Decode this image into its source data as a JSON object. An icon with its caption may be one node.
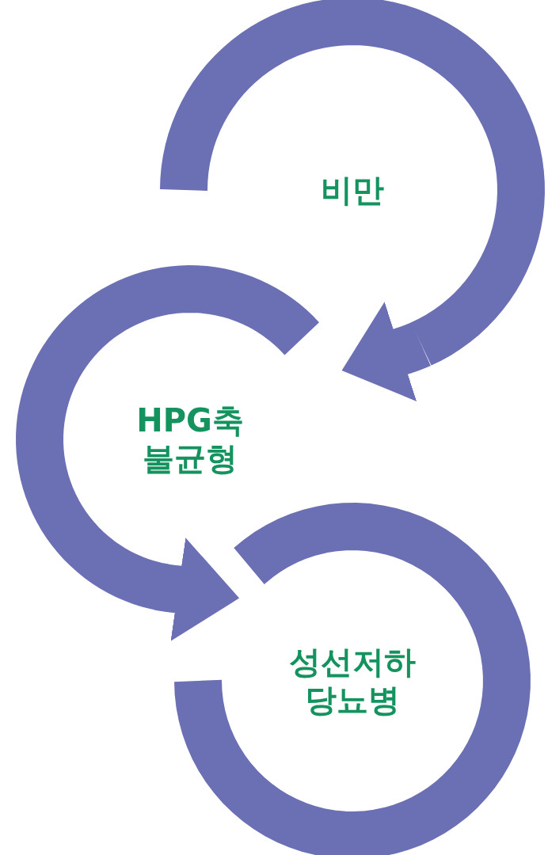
{
  "diagram": {
    "nodes": [
      {
        "text": [
          "비만"
        ]
      },
      {
        "text": [
          "HPG축 불균형"
        ]
      },
      {
        "text": [
          "성선저하 당뇨병"
        ]
      }
    ],
    "edges": [
      {
        "from": 0,
        "to": 1,
        "arrow": "to"
      },
      {
        "from": 1,
        "to": 2,
        "arrow": "to"
      }
    ]
  }
}
